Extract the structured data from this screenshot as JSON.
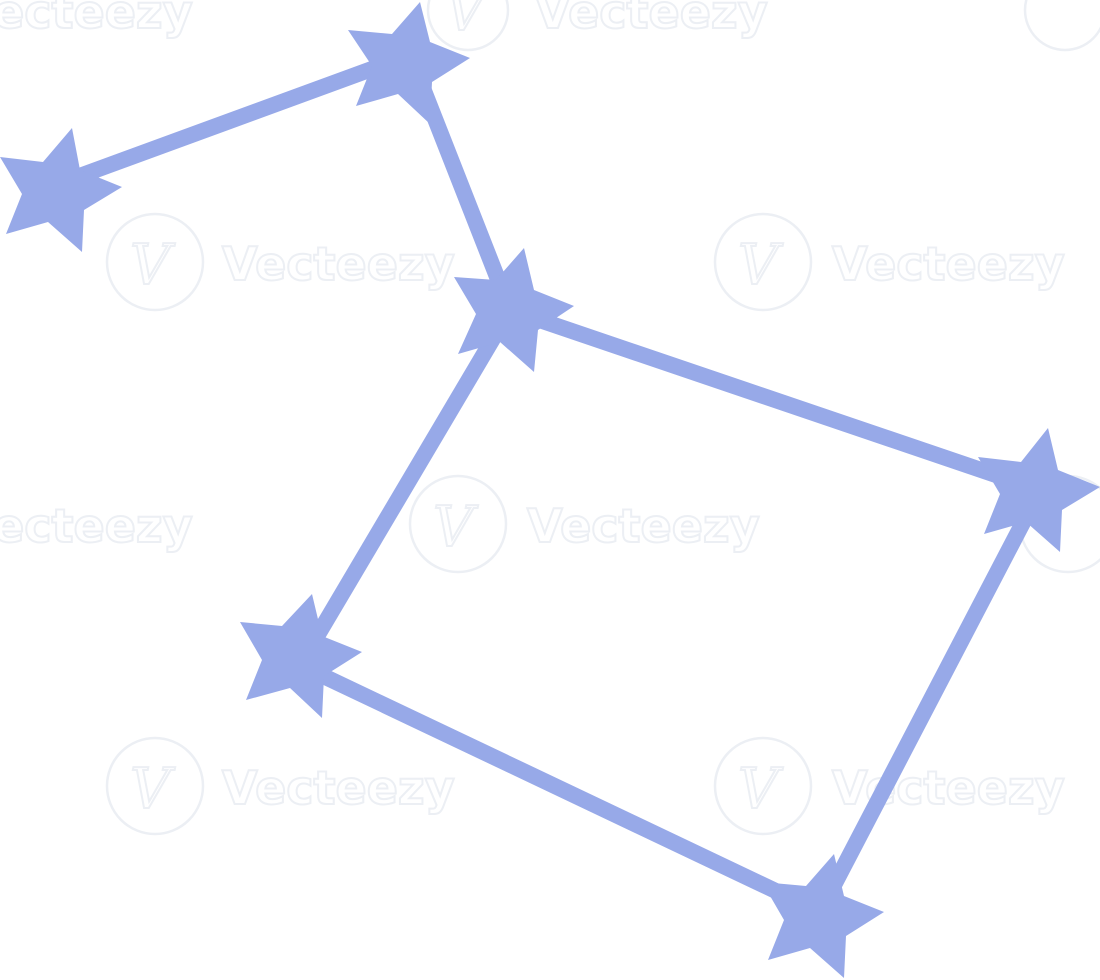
{
  "diagram": {
    "colors": {
      "line": "#97a9e8",
      "star": "#97a9e8",
      "background": "#ffffff",
      "watermark": "#eceff4"
    },
    "watermark": {
      "text": "Vecteezy",
      "logo": "V"
    },
    "stars": [
      {
        "id": "star-1"
      },
      {
        "id": "star-2"
      },
      {
        "id": "star-3"
      },
      {
        "id": "star-4"
      },
      {
        "id": "star-5"
      },
      {
        "id": "star-6"
      }
    ]
  }
}
